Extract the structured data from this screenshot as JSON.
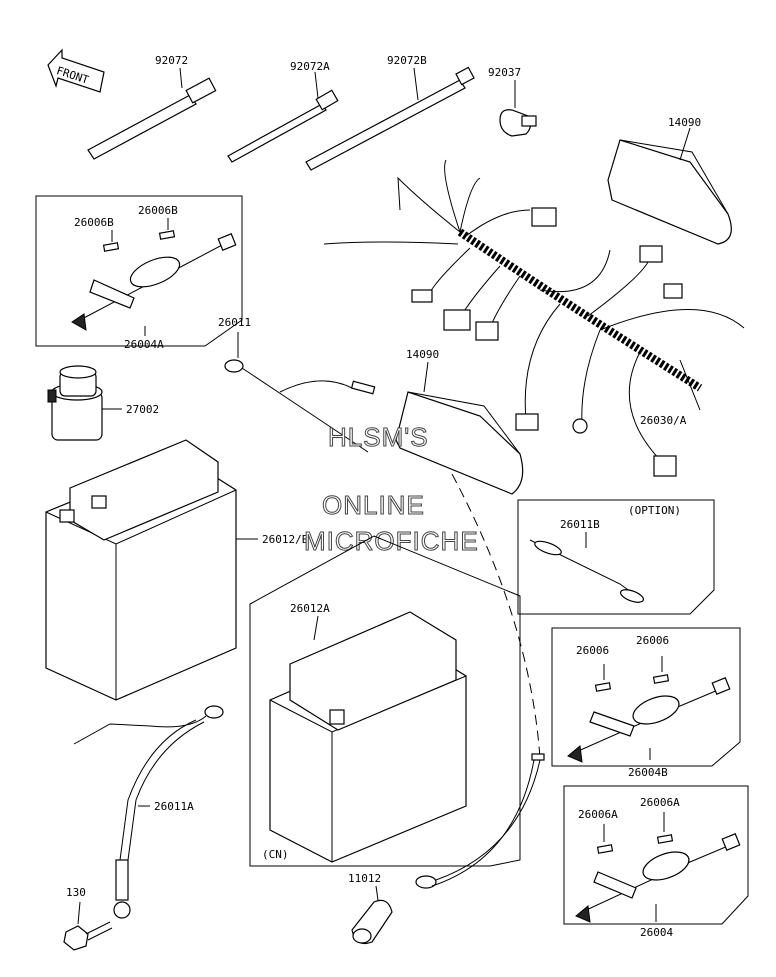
{
  "front_label": "FRONT",
  "watermark": [
    "HLSM'S",
    "ONLINE",
    "MICROFICHE"
  ],
  "parts": {
    "p92072": "92072",
    "p92072A": "92072A",
    "p92072B": "92072B",
    "p92037": "92037",
    "p14090_top": "14090",
    "p26006B_1": "26006B",
    "p26006B_2": "26006B",
    "p26004A": "26004A",
    "p26011": "26011",
    "p14090_mid": "14090",
    "p27002": "27002",
    "p26030A": "26030/A",
    "p26012B": "26012/B",
    "option": "(OPTION)",
    "p26011B": "26011B",
    "p26012A": "26012A",
    "p26006_1": "26006",
    "p26006_2": "26006",
    "p26004B": "26004B",
    "p26011A": "26011A",
    "cn": "(CN)",
    "p26006A_1": "26006A",
    "p26006A_2": "26006A",
    "p130": "130",
    "p11012": "11012",
    "p26004": "26004"
  }
}
